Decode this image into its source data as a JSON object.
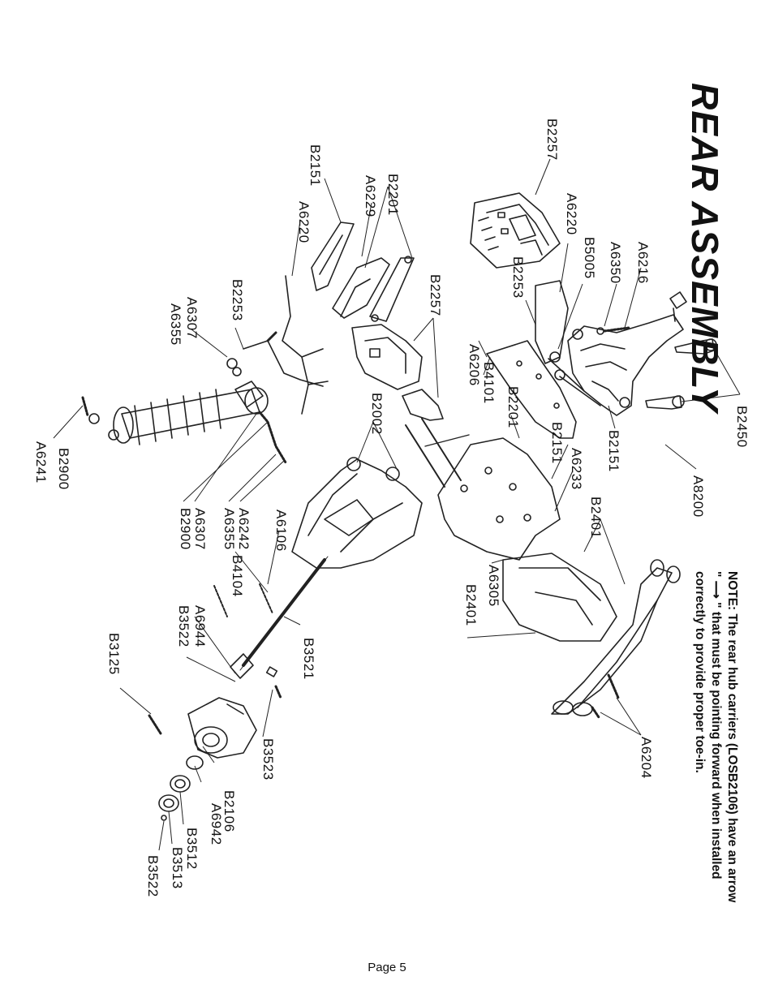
{
  "title": "REAR ASSEMBLY",
  "note": {
    "lines": [
      "NOTE: The rear hub carriers (LOSB2106) have an arrow",
      "\" ⟶ \" that must be pointing forward when installed",
      "correctly to provide proper toe-in."
    ]
  },
  "labels": {
    "B2257_top": "B2257",
    "B2450": "B2450",
    "A6216": "A6216",
    "A6350": "A6350",
    "B5005": "B5005",
    "A6220_top": "A6220",
    "B2253_mid": "B2253",
    "A8200": "A8200",
    "B2151_right": "B2151",
    "B2151_mid": "B2151",
    "A6233": "A6233",
    "B2401_a": "B2401",
    "B2401_b": "B2401",
    "A6305": "A6305",
    "A6204": "A6204",
    "B2201_mid": "B2201",
    "B4101": "B4101",
    "A6206": "A6206",
    "B2257_mid": "B2257",
    "B2201_top": "B2201",
    "A6229": "A6229",
    "B2151_top": "B2151",
    "A6220_left": "A6220",
    "B2253_left": "B2253",
    "A6307_top": "A6307",
    "A6355_top": "A6355",
    "B2002": "B2002",
    "A6106": "A6106",
    "A6242": "A6242",
    "A6355_mid": "A6355",
    "B4104": "B4104",
    "A6307_mid": "A6307",
    "B2900_mid": "B2900",
    "B2900_left": "B2900",
    "A6241": "A6241",
    "B3521": "B3521",
    "A6944": "A6944",
    "B3522_top": "B3522",
    "B3125": "B3125",
    "B3523": "B3523",
    "B2106": "B2106",
    "A6942": "A6942",
    "B3512": "B3512",
    "B3513": "B3513",
    "B3522_bottom": "B3522"
  },
  "footer": {
    "page": "Page 5"
  }
}
